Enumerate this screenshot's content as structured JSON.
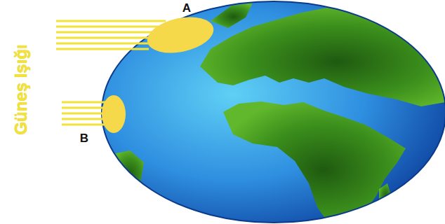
{
  "diagram": {
    "labels": [
      "Güneş Işığı",
      "A",
      "B"
    ]
  }
}
